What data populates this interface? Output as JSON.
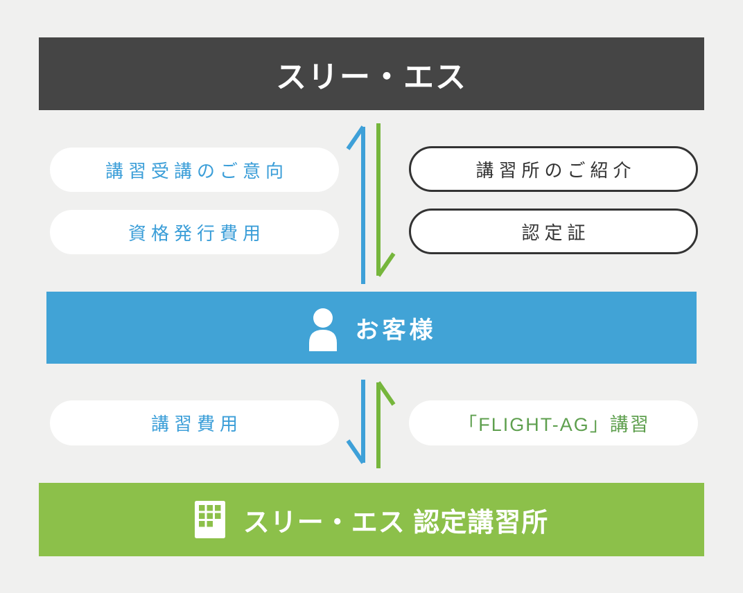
{
  "page": {
    "background": "#f0f0ef",
    "description": "Flow diagram of relationships between Three-S, the customer, and Three-S certified training centers"
  },
  "palette": {
    "dark_bar": "#454545",
    "blue_bar": "#41a3d6",
    "green_bar": "#8cc04a",
    "arrow_blue": "#3ea0d8",
    "arrow_green": "#76b63c",
    "pill_text_blue": "#3b9ed8",
    "pill_text_dark": "#333333",
    "pill_text_green": "#5e9f4e",
    "bar_text": "#ffffff"
  },
  "provider_bar": {
    "label": "スリー・エス"
  },
  "flow_top": {
    "left_pills": [
      {
        "label": "講習受講のご意向"
      },
      {
        "label": "資格発行費用"
      }
    ],
    "right_pills": [
      {
        "label": "講習所のご紹介"
      },
      {
        "label": "認定証"
      }
    ],
    "arrows": [
      {
        "name": "arrow-customer-to-provider",
        "direction": "up",
        "color": "#3ea0d8"
      },
      {
        "name": "arrow-provider-to-customer",
        "direction": "down",
        "color": "#76b63c"
      }
    ]
  },
  "customer_bar": {
    "label": "お客様",
    "icon": "person-icon"
  },
  "flow_bottom": {
    "left_pills": [
      {
        "label": "講習費用"
      }
    ],
    "right_pills": [
      {
        "label": "「FLIGHT-AG」講習"
      }
    ],
    "arrows": [
      {
        "name": "arrow-customer-to-school",
        "direction": "down",
        "color": "#3ea0d8"
      },
      {
        "name": "arrow-school-to-customer",
        "direction": "up",
        "color": "#76b63c"
      }
    ]
  },
  "school_bar": {
    "label": "スリー・エス 認定講習所",
    "icon": "building-icon"
  }
}
